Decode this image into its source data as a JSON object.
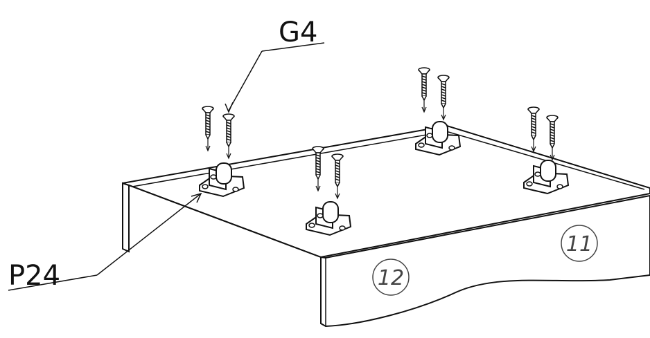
{
  "labels": {
    "screw": "G4",
    "caster": "P24"
  },
  "panels": {
    "front": "12",
    "side": "11"
  },
  "colors": {
    "line": "#111111",
    "fill": "#ffffff"
  }
}
